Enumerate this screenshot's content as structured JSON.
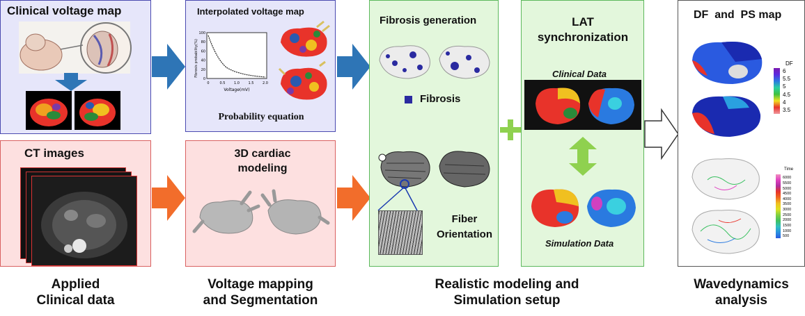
{
  "panels": {
    "clinical_voltage_map": {
      "title": "Clinical voltage map"
    },
    "interpolated_voltage_map": {
      "title": "Interpolated voltage map",
      "caption": "Probability equation",
      "plot": {
        "ylabel": "Fibrosis probability(%)",
        "xlabel": "Voltage(mV)",
        "yticks": [
          "100",
          "80",
          "60",
          "40",
          "20",
          "0"
        ],
        "xticks": [
          "0",
          "0.5",
          "1.0",
          "1.5",
          "2.0"
        ]
      }
    },
    "ct_images": {
      "title": "CT images"
    },
    "cardiac_modeling": {
      "title": "3D cardiac modeling"
    },
    "fibrosis_generation": {
      "title": "Fibrosis generation",
      "legend": "Fibrosis",
      "fiber_label": "Fiber Orientation"
    },
    "lat_sync": {
      "title": "LAT synchronization",
      "clinical_label": "Clinical Data",
      "simulation_label": "Simulation Data"
    },
    "df_ps_map": {
      "title": "DF  and  PS map",
      "df_legend": {
        "title": "DF",
        "ticks": [
          "6",
          "5.5",
          "5",
          "4.5",
          "4",
          "3.5"
        ]
      },
      "time_legend": {
        "title": "Time",
        "ticks": [
          "6000",
          "5500",
          "5000",
          "4500",
          "4000",
          "3500",
          "3000",
          "2500",
          "2000",
          "1500",
          "1000",
          "500"
        ]
      }
    }
  },
  "bottom_labels": {
    "applied": "Applied\nClinical data",
    "voltage": "Voltage mapping\nand Segmentation",
    "realistic": "Realistic modeling and\nSimulation setup",
    "wavedynamics": "Wavedynamics\nanalysis"
  },
  "colors": {
    "blue_arrow": "#2e75b6",
    "orange_arrow": "#f26d2b",
    "green_plus": "#8fd14f"
  }
}
